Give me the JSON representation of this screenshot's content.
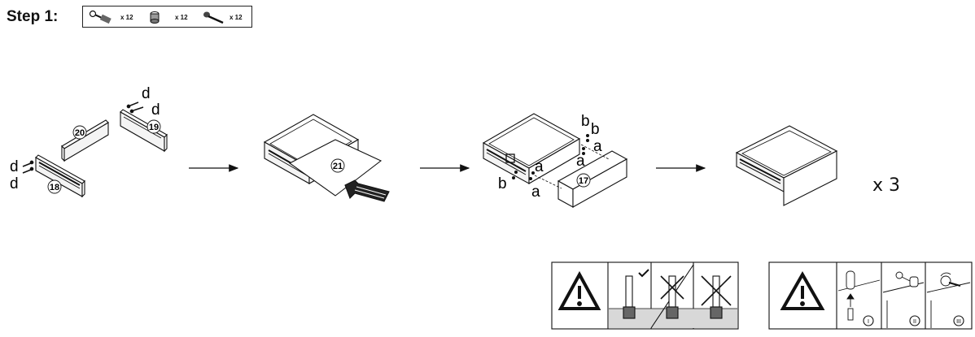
{
  "step": {
    "title": "Step 1:"
  },
  "parts": [
    {
      "icon": "cam-bolt-icon",
      "qty": "x 12"
    },
    {
      "icon": "cam-lock-icon",
      "qty": "x 12"
    },
    {
      "icon": "screw-icon",
      "qty": "x 12"
    }
  ],
  "labels": {
    "d": "d",
    "a": "a",
    "b": "b",
    "p18": "18",
    "p19": "19",
    "p20": "20",
    "p21": "21",
    "p17": "17"
  },
  "multiplier": "x 3",
  "warnings": [
    {
      "icon": "warning-triangle-icon",
      "panels": [
        "correct-depth-icon",
        "too-shallow-icon",
        "too-deep-icon"
      ]
    },
    {
      "icon": "warning-triangle-icon",
      "panels": [
        "cam-insert-step-icon",
        "cam-align-step-icon",
        "cam-turn-step-icon"
      ],
      "numerals": [
        "I",
        "II",
        "III"
      ]
    }
  ],
  "colors": {
    "line": "#111111",
    "panel": "#ffffff",
    "shade": "#d8d8d8"
  }
}
